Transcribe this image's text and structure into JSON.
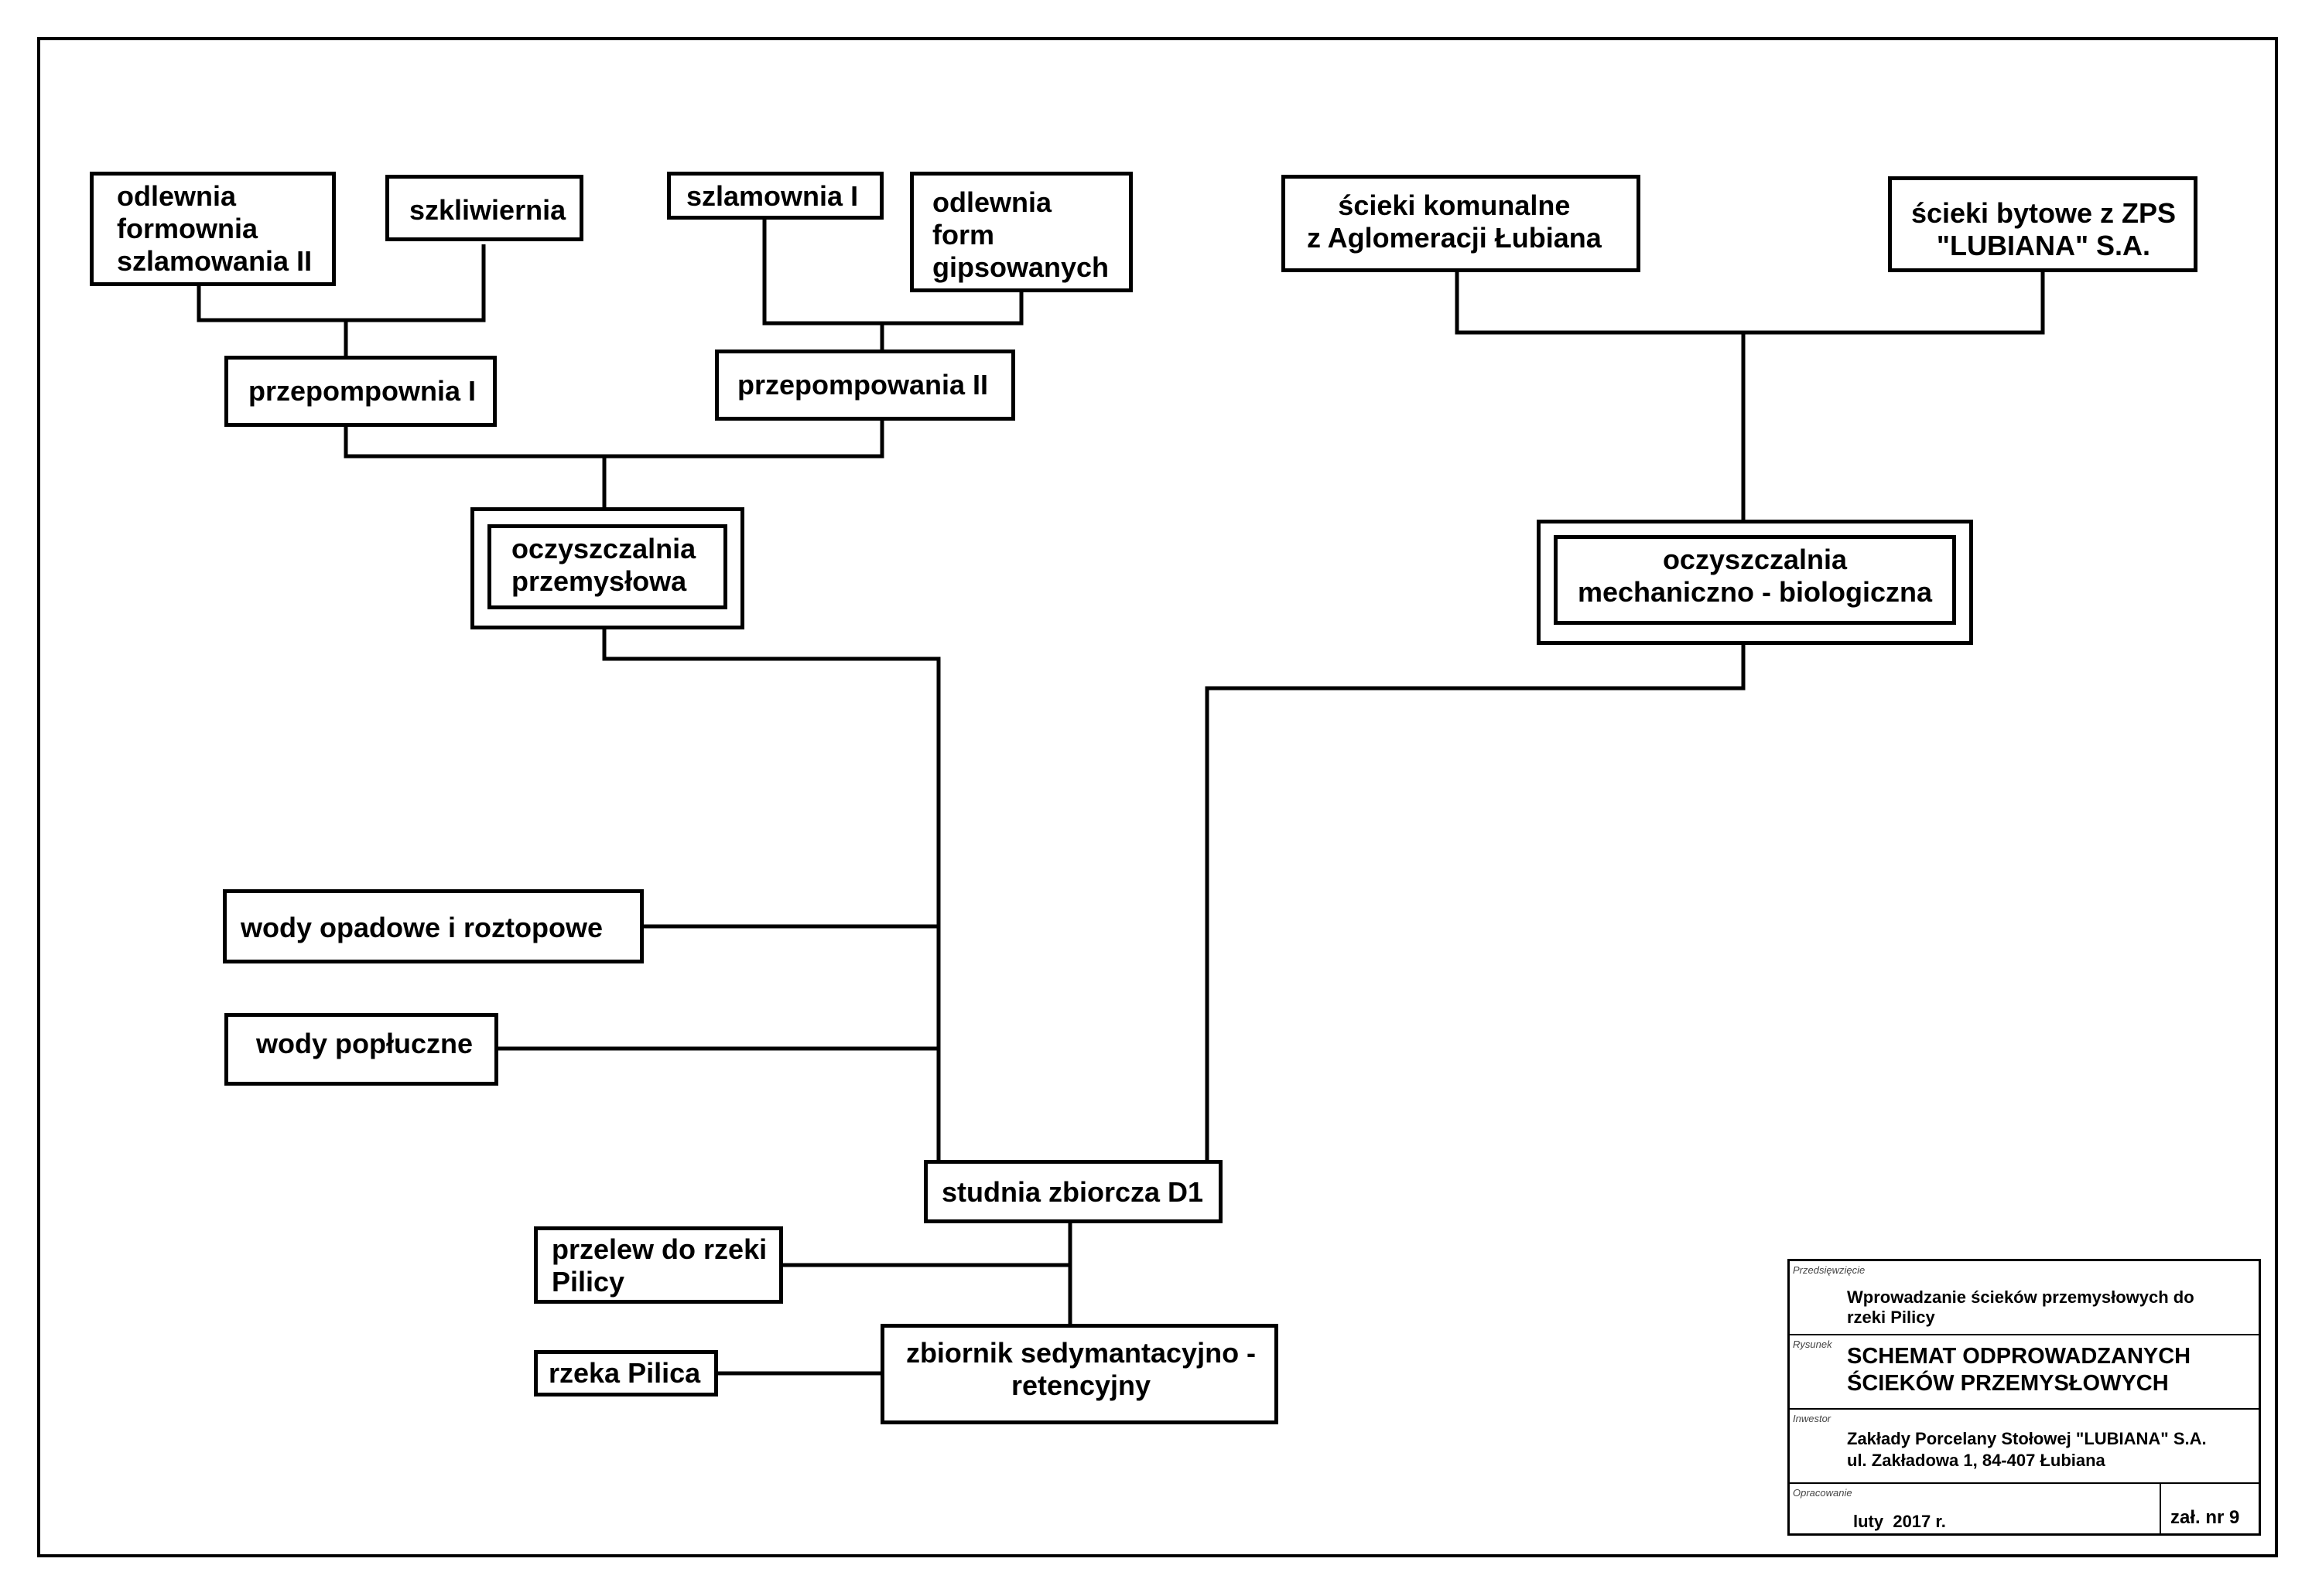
{
  "boxes": {
    "odlewnia_formownia": "odlewnia\nformownia\nszlamowania II",
    "szkliwiernia": "szkliwiernia",
    "szlamownia": "szlamownia I",
    "odlewnia_form": "odlewnia\nform\ngipsowanych",
    "scieki_komunalne": "ścieki komunalne\nz Aglomeracji Łubiana",
    "scieki_bytowe": "ścieki bytowe z ZPS\n\"LUBIANA\" S.A.",
    "przepompownia_1": "przepompownia I",
    "przepompowania_2": "przepompowania II",
    "oczyszczalnia_przemyslowa": "oczyszczalnia\nprzemysłowa",
    "oczyszczalnia_mech_bio": "oczyszczalnia\nmechaniczno - biologiczna",
    "wody_opadowe": "wody opadowe i roztopowe",
    "wody_popluczne": "wody popłuczne",
    "studnia": "studnia zbiorcza D1",
    "przelew": "przelew do rzeki\nPilicy",
    "zbiornik": "zbiornik sedymantacyjno -\nretencyjny",
    "rzeka": "rzeka Pilica"
  },
  "title_block": {
    "przedsiewziecie_caption": "Przedsięwzięcie",
    "przedsiewziecie": "Wprowadzanie ścieków przemysłowych do\nrzeki Pilicy",
    "rysunek_caption": "Rysunek",
    "rysunek": "SCHEMAT ODPROWADZANYCH\nŚCIEKÓW PRZEMYSŁOWYCH",
    "inwestor_caption": "Inwestor",
    "inwestor": "Zakłady Porcelany Stołowej \"LUBIANA\" S.A.\nul. Zakładowa 1, 84-407 Łubiana",
    "opracowanie_caption": "Opracowanie",
    "data": "luty  2017 r.",
    "zal": "zał. nr 9"
  }
}
